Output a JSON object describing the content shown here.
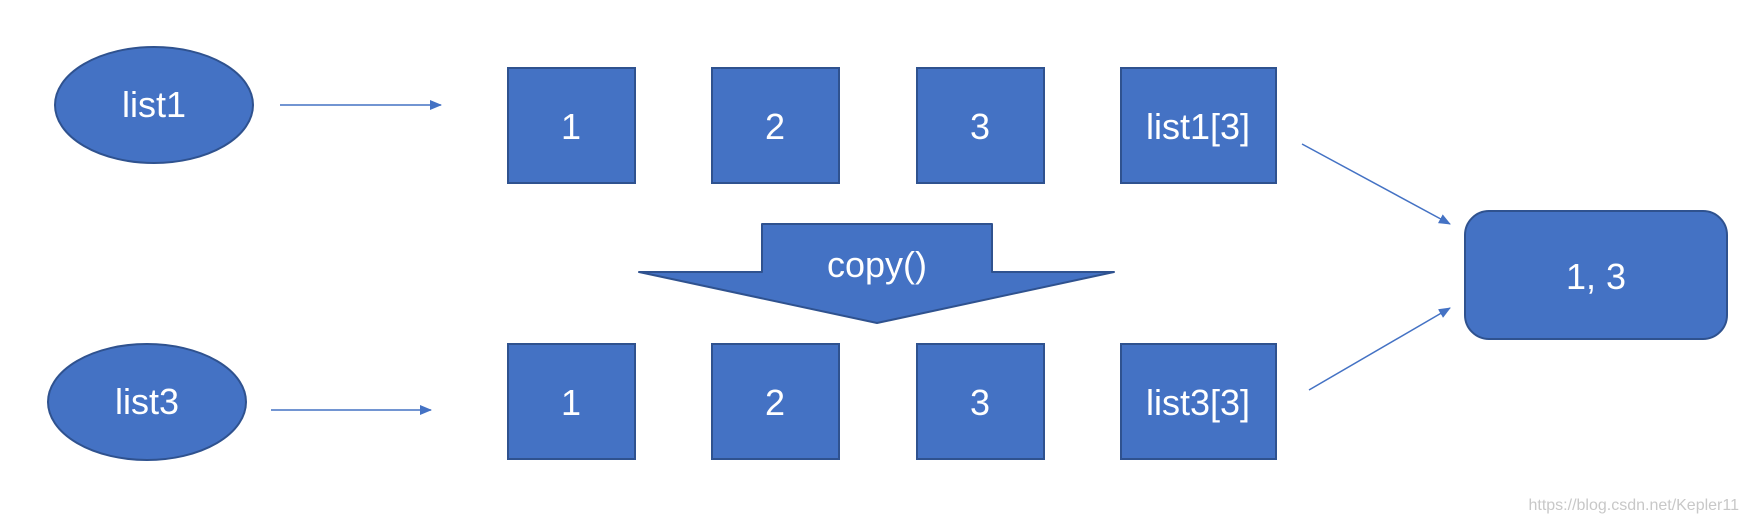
{
  "colors": {
    "fill": "#4472c4",
    "stroke": "#2f528f",
    "text": "#ffffff",
    "arrow": "#4472c4"
  },
  "list1": {
    "label": "list1",
    "cells": [
      "1",
      "2",
      "3",
      "list1[3]"
    ]
  },
  "list3": {
    "label": "list3",
    "cells": [
      "1",
      "2",
      "3",
      "list3[3]"
    ]
  },
  "copy_label": "copy()",
  "shared_value": "1, 3",
  "watermark": "https://blog.csdn.net/Kepler11"
}
